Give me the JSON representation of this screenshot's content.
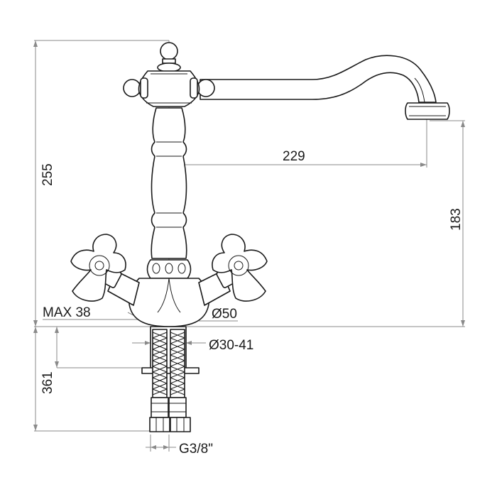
{
  "dimensions": {
    "height_total": "255",
    "spout_reach": "229",
    "spout_height": "183",
    "max_thickness": "MAX 38",
    "base_diameter": "Ø50",
    "hole_diameter": "Ø30-41",
    "hose_length": "361",
    "connection": "G3/8\""
  }
}
